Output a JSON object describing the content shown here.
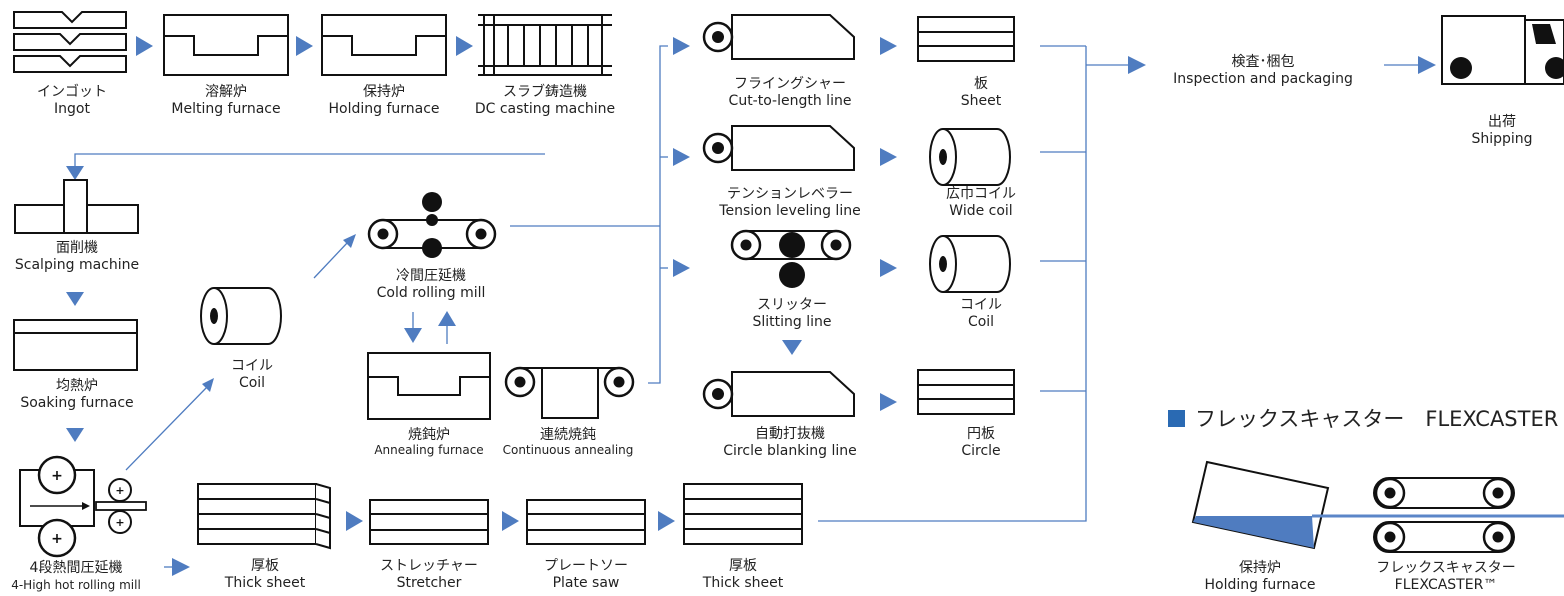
{
  "colors": {
    "arrow": "#4f7cc0",
    "line": "#4f7cc0",
    "stroke": "#111111",
    "accent": "#2a6ab3",
    "metal": "#5b86c8"
  },
  "steps": {
    "ingot": {
      "ja": "インゴット",
      "en": "Ingot"
    },
    "melting": {
      "ja": "溶解炉",
      "en": "Melting furnace"
    },
    "holding": {
      "ja": "保持炉",
      "en": "Holding furnace"
    },
    "dc_casting": {
      "ja": "スラブ鋳造機",
      "en": "DC casting machine"
    },
    "scalping": {
      "ja": "面削機",
      "en": "Scalping machine"
    },
    "soaking": {
      "ja": "均熱炉",
      "en": "Soaking furnace"
    },
    "hot_rolling": {
      "ja": "4段熱間圧延機",
      "en": "4-High hot rolling mill"
    },
    "coil1": {
      "ja": "コイル",
      "en": "Coil"
    },
    "cold_rolling": {
      "ja": "冷間圧延機",
      "en": "Cold rolling mill"
    },
    "annealing": {
      "ja": "焼鈍炉",
      "en": "Annealing furnace"
    },
    "continuous": {
      "ja": "連続焼鈍",
      "en": "Continuous annealing"
    },
    "cut_to_length": {
      "ja": "フライングシャー",
      "en": "Cut-to-length line"
    },
    "tension": {
      "ja": "テンションレベラー",
      "en": "Tension leveling line"
    },
    "slitting": {
      "ja": "スリッター",
      "en": "Slitting line"
    },
    "circle_blanking": {
      "ja": "自動打抜機",
      "en": "Circle blanking line"
    },
    "sheet": {
      "ja": "板",
      "en": "Sheet"
    },
    "wide_coil": {
      "ja": "広巾コイル",
      "en": "Wide coil"
    },
    "coil2": {
      "ja": "コイル",
      "en": "Coil"
    },
    "circle": {
      "ja": "円板",
      "en": "Circle"
    },
    "inspection": {
      "ja": "検査･梱包",
      "en": "Inspection and packaging"
    },
    "shipping": {
      "ja": "出荷",
      "en": "Shipping"
    },
    "thick1": {
      "ja": "厚板",
      "en": "Thick sheet"
    },
    "stretcher": {
      "ja": "ストレッチャー",
      "en": "Stretcher"
    },
    "plate_saw": {
      "ja": "プレートソー",
      "en": "Plate saw"
    },
    "thick2": {
      "ja": "厚板",
      "en": "Thick sheet"
    }
  },
  "flexcaster": {
    "heading": "フレックスキャスター　FLEXCASTER",
    "holding": {
      "ja": "保持炉",
      "en": "Holding furnace"
    },
    "caster": {
      "ja": "フレックスキャスター",
      "en": "FLEXCASTER™"
    }
  }
}
